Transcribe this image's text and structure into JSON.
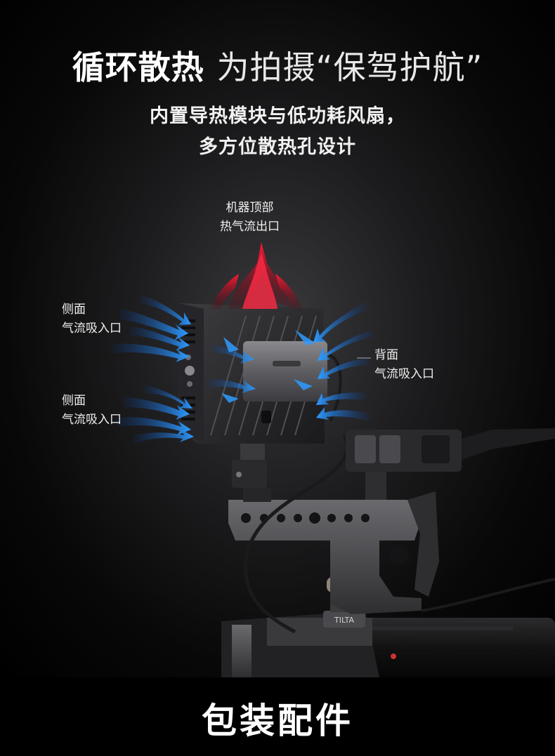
{
  "header": {
    "title_bold": "循环散热",
    "title_light": "为拍摄“保驾护航”",
    "subtitle_line1": "内置导热模块与低功耗风扇，",
    "subtitle_line2": "多方位散热孔设计"
  },
  "callouts": {
    "top": {
      "line1": "机器顶部",
      "line2": "热气流出口"
    },
    "side_upper": {
      "line1": "侧面",
      "line2": "气流吸入口"
    },
    "side_lower": {
      "line1": "侧面",
      "line2": "气流吸入口"
    },
    "back": {
      "line1": "背面",
      "line2": "气流吸入口"
    }
  },
  "product": {
    "brand_mark": "TILTA"
  },
  "colors": {
    "hot_air": "#e8102a",
    "cool_air": "#1e8fff",
    "background": "#000000"
  },
  "footer": {
    "section_title": "包装配件"
  }
}
